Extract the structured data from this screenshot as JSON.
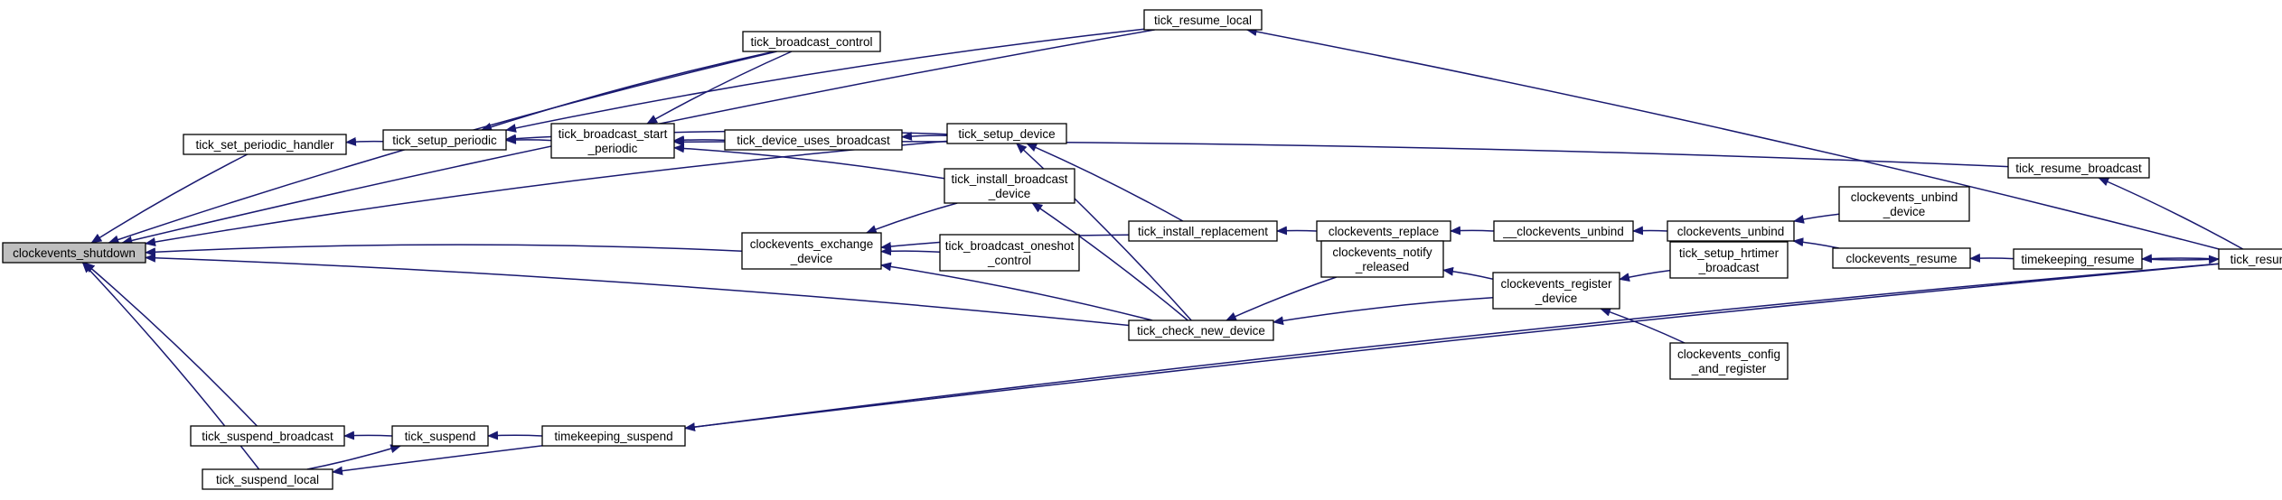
{
  "graph": {
    "edge_color": "#191970",
    "root_fill": "#bfbfbf",
    "nodes": [
      {
        "id": "clockevents_shutdown",
        "lines": [
          "clockevents_shutdown"
        ],
        "root": true
      },
      {
        "id": "tick_set_periodic_handler",
        "lines": [
          "tick_set_periodic_handler"
        ]
      },
      {
        "id": "tick_setup_periodic",
        "lines": [
          "tick_setup_periodic"
        ]
      },
      {
        "id": "tick_broadcast_start_periodic",
        "lines": [
          "tick_broadcast_start",
          "_periodic"
        ]
      },
      {
        "id": "tick_broadcast_control",
        "lines": [
          "tick_broadcast_control"
        ]
      },
      {
        "id": "tick_resume_local",
        "lines": [
          "tick_resume_local"
        ]
      },
      {
        "id": "tick_device_uses_broadcast",
        "lines": [
          "tick_device_uses_broadcast"
        ]
      },
      {
        "id": "tick_setup_device",
        "lines": [
          "tick_setup_device"
        ]
      },
      {
        "id": "tick_install_broadcast_device",
        "lines": [
          "tick_install_broadcast",
          "_device"
        ]
      },
      {
        "id": "clockevents_exchange_device",
        "lines": [
          "clockevents_exchange",
          "_device"
        ]
      },
      {
        "id": "tick_broadcast_oneshot_control",
        "lines": [
          "tick_broadcast_oneshot",
          "_control"
        ]
      },
      {
        "id": "tick_install_replacement",
        "lines": [
          "tick_install_replacement"
        ]
      },
      {
        "id": "tick_check_new_device",
        "lines": [
          "tick_check_new_device"
        ]
      },
      {
        "id": "clockevents_replace",
        "lines": [
          "clockevents_replace"
        ]
      },
      {
        "id": "__clockevents_unbind",
        "lines": [
          "__clockevents_unbind"
        ]
      },
      {
        "id": "clockevents_unbind",
        "lines": [
          "clockevents_unbind"
        ]
      },
      {
        "id": "clockevents_unbind_device",
        "lines": [
          "clockevents_unbind",
          "_device"
        ]
      },
      {
        "id": "clockevents_resume",
        "lines": [
          "clockevents_resume"
        ]
      },
      {
        "id": "timekeeping_resume",
        "lines": [
          "timekeeping_resume"
        ]
      },
      {
        "id": "tick_resume",
        "lines": [
          "tick_resume"
        ]
      },
      {
        "id": "tick_resume_broadcast",
        "lines": [
          "tick_resume_broadcast"
        ]
      },
      {
        "id": "clockevents_notify_released",
        "lines": [
          "clockevents_notify",
          "_released"
        ]
      },
      {
        "id": "clockevents_register_device",
        "lines": [
          "clockevents_register",
          "_device"
        ]
      },
      {
        "id": "tick_setup_hrtimer_broadcast",
        "lines": [
          "tick_setup_hrtimer",
          "_broadcast"
        ]
      },
      {
        "id": "clockevents_config_and_register",
        "lines": [
          "clockevents_config",
          "_and_register"
        ]
      },
      {
        "id": "tick_suspend_broadcast",
        "lines": [
          "tick_suspend_broadcast"
        ]
      },
      {
        "id": "tick_suspend",
        "lines": [
          "tick_suspend"
        ]
      },
      {
        "id": "timekeeping_suspend",
        "lines": [
          "timekeeping_suspend"
        ]
      },
      {
        "id": "tick_suspend_local",
        "lines": [
          "tick_suspend_local"
        ]
      }
    ],
    "edges": [
      {
        "from": "tick_set_periodic_handler",
        "to": "clockevents_shutdown"
      },
      {
        "from": "tick_broadcast_control",
        "to": "clockevents_shutdown"
      },
      {
        "from": "tick_resume_local",
        "to": "clockevents_shutdown"
      },
      {
        "from": "tick_setup_device",
        "to": "clockevents_shutdown"
      },
      {
        "from": "clockevents_exchange_device",
        "to": "clockevents_shutdown"
      },
      {
        "from": "tick_check_new_device",
        "to": "clockevents_shutdown"
      },
      {
        "from": "tick_suspend_broadcast",
        "to": "clockevents_shutdown"
      },
      {
        "from": "tick_suspend_local",
        "to": "clockevents_shutdown"
      },
      {
        "from": "tick_setup_periodic",
        "to": "tick_set_periodic_handler"
      },
      {
        "from": "tick_broadcast_start_periodic",
        "to": "tick_setup_periodic"
      },
      {
        "from": "tick_broadcast_control",
        "to": "tick_setup_periodic"
      },
      {
        "from": "tick_resume_local",
        "to": "tick_setup_periodic"
      },
      {
        "from": "tick_setup_device",
        "to": "tick_setup_periodic"
      },
      {
        "from": "tick_broadcast_control",
        "to": "tick_broadcast_start_periodic"
      },
      {
        "from": "tick_device_uses_broadcast",
        "to": "tick_broadcast_start_periodic"
      },
      {
        "from": "tick_install_broadcast_device",
        "to": "tick_broadcast_start_periodic"
      },
      {
        "from": "tick_resume_broadcast",
        "to": "tick_broadcast_start_periodic"
      },
      {
        "from": "tick_resume",
        "to": "tick_resume_local"
      },
      {
        "from": "tick_setup_device",
        "to": "tick_device_uses_broadcast"
      },
      {
        "from": "tick_install_replacement",
        "to": "tick_setup_device"
      },
      {
        "from": "tick_check_new_device",
        "to": "tick_setup_device"
      },
      {
        "from": "tick_check_new_device",
        "to": "tick_install_broadcast_device"
      },
      {
        "from": "tick_install_broadcast_device",
        "to": "clockevents_exchange_device"
      },
      {
        "from": "tick_install_replacement",
        "to": "clockevents_exchange_device"
      },
      {
        "from": "tick_broadcast_oneshot_control",
        "to": "clockevents_exchange_device"
      },
      {
        "from": "tick_check_new_device",
        "to": "clockevents_exchange_device"
      },
      {
        "from": "clockevents_replace",
        "to": "tick_install_replacement"
      },
      {
        "from": "__clockevents_unbind",
        "to": "clockevents_replace"
      },
      {
        "from": "clockevents_unbind",
        "to": "__clockevents_unbind"
      },
      {
        "from": "clockevents_unbind_device",
        "to": "clockevents_unbind"
      },
      {
        "from": "clockevents_resume",
        "to": "clockevents_unbind"
      },
      {
        "from": "timekeeping_resume",
        "to": "clockevents_resume"
      },
      {
        "from": "tick_resume",
        "to": "timekeeping_resume"
      },
      {
        "from": "timekeeping_resume",
        "to": "tick_resume"
      },
      {
        "from": "tick_resume",
        "to": "tick_resume_broadcast"
      },
      {
        "from": "clockevents_notify_released",
        "to": "tick_check_new_device"
      },
      {
        "from": "clockevents_register_device",
        "to": "tick_check_new_device"
      },
      {
        "from": "clockevents_register_device",
        "to": "clockevents_notify_released"
      },
      {
        "from": "tick_setup_hrtimer_broadcast",
        "to": "clockevents_register_device"
      },
      {
        "from": "clockevents_config_and_register",
        "to": "clockevents_register_device"
      },
      {
        "from": "tick_suspend",
        "to": "tick_suspend_broadcast"
      },
      {
        "from": "tick_suspend_local",
        "to": "tick_suspend"
      },
      {
        "from": "timekeeping_suspend",
        "to": "tick_suspend"
      },
      {
        "from": "tick_resume",
        "to": "timekeeping_suspend"
      },
      {
        "from": "tick_resume",
        "to": "tick_suspend_local"
      }
    ]
  }
}
